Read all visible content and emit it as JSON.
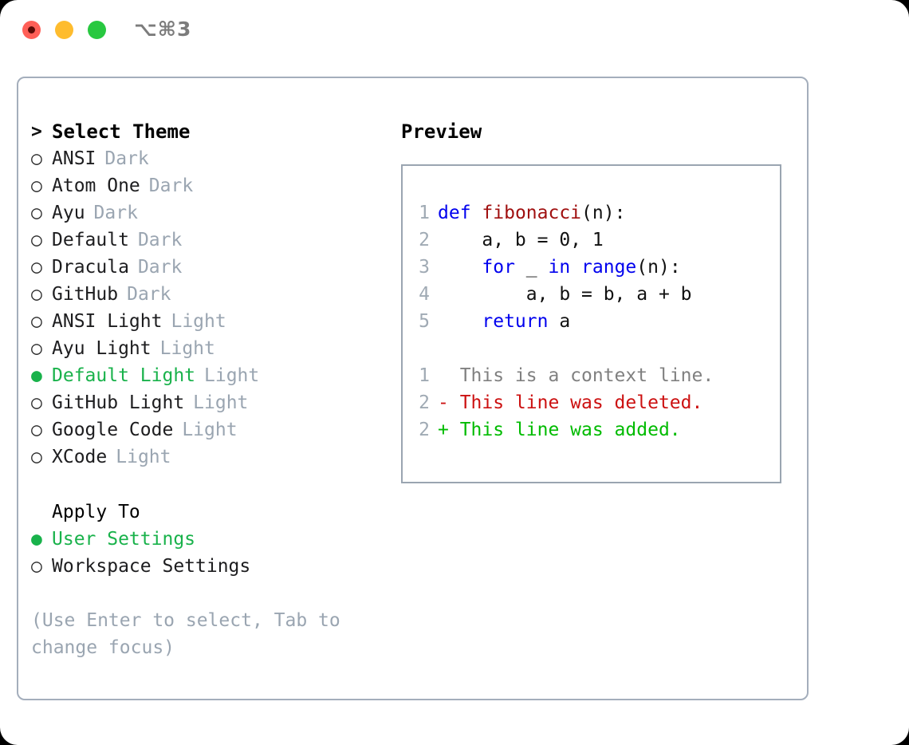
{
  "window": {
    "title_shortcut": "⌥⌘3",
    "traffic_lights": [
      "close-button",
      "minimize-button",
      "zoom-button"
    ]
  },
  "theme_picker": {
    "heading": "Select Theme",
    "heading_marker": ">",
    "marker_selected": "●",
    "marker_unselected": "○",
    "items": [
      {
        "name": "ANSI",
        "variant": "Dark",
        "selected": false
      },
      {
        "name": "Atom One",
        "variant": "Dark",
        "selected": false
      },
      {
        "name": "Ayu",
        "variant": "Dark",
        "selected": false
      },
      {
        "name": "Default",
        "variant": "Dark",
        "selected": false
      },
      {
        "name": "Dracula",
        "variant": "Dark",
        "selected": false
      },
      {
        "name": "GitHub",
        "variant": "Dark",
        "selected": false
      },
      {
        "name": "ANSI Light",
        "variant": "Light",
        "selected": false
      },
      {
        "name": "Ayu Light",
        "variant": "Light",
        "selected": false
      },
      {
        "name": "Default Light",
        "variant": "Light",
        "selected": true
      },
      {
        "name": "GitHub Light",
        "variant": "Light",
        "selected": false
      },
      {
        "name": "Google Code",
        "variant": "Light",
        "selected": false
      },
      {
        "name": "XCode",
        "variant": "Light",
        "selected": false
      }
    ]
  },
  "apply_to": {
    "heading": "Apply To",
    "items": [
      {
        "label": "User Settings",
        "selected": true
      },
      {
        "label": "Workspace Settings",
        "selected": false
      }
    ]
  },
  "hint": "(Use Enter to select, Tab to change focus)",
  "preview": {
    "title": "Preview",
    "code_lines": [
      {
        "num": "1",
        "tokens": [
          {
            "t": "def",
            "c": "kw"
          },
          {
            "t": " ",
            "c": "plain"
          },
          {
            "t": "fibonacci",
            "c": "fn"
          },
          {
            "t": "(n):",
            "c": "plain"
          }
        ]
      },
      {
        "num": "2",
        "tokens": [
          {
            "t": "    a, b = 0, 1",
            "c": "plain"
          }
        ]
      },
      {
        "num": "3",
        "tokens": [
          {
            "t": "    ",
            "c": "plain"
          },
          {
            "t": "for",
            "c": "kw"
          },
          {
            "t": " _ ",
            "c": "plain"
          },
          {
            "t": "in",
            "c": "kw"
          },
          {
            "t": " ",
            "c": "plain"
          },
          {
            "t": "range",
            "c": "kw"
          },
          {
            "t": "(n):",
            "c": "plain"
          }
        ]
      },
      {
        "num": "4",
        "tokens": [
          {
            "t": "        a, b = b, a + b",
            "c": "plain"
          }
        ]
      },
      {
        "num": "5",
        "tokens": [
          {
            "t": "    ",
            "c": "plain"
          },
          {
            "t": "return",
            "c": "kw"
          },
          {
            "t": " a",
            "c": "plain"
          }
        ]
      }
    ],
    "diff_lines": [
      {
        "num": "1",
        "text": "  This is a context line.",
        "kind": "ctx"
      },
      {
        "num": "2",
        "text": "- This line was deleted.",
        "kind": "del"
      },
      {
        "num": "2",
        "text": "+ This line was added.",
        "kind": "add"
      }
    ]
  },
  "colors": {
    "selected_green": "#19b24b",
    "muted_gray": "#9aa5b1",
    "keyword_blue": "#0000ee",
    "function_red": "#a01010",
    "diff_added_green": "#00bb00",
    "diff_deleted_red": "#cc1111",
    "panel_border": "#a4aebc",
    "traffic_red": "#ff5f57",
    "traffic_yellow": "#febc2e",
    "traffic_green": "#28c840"
  }
}
